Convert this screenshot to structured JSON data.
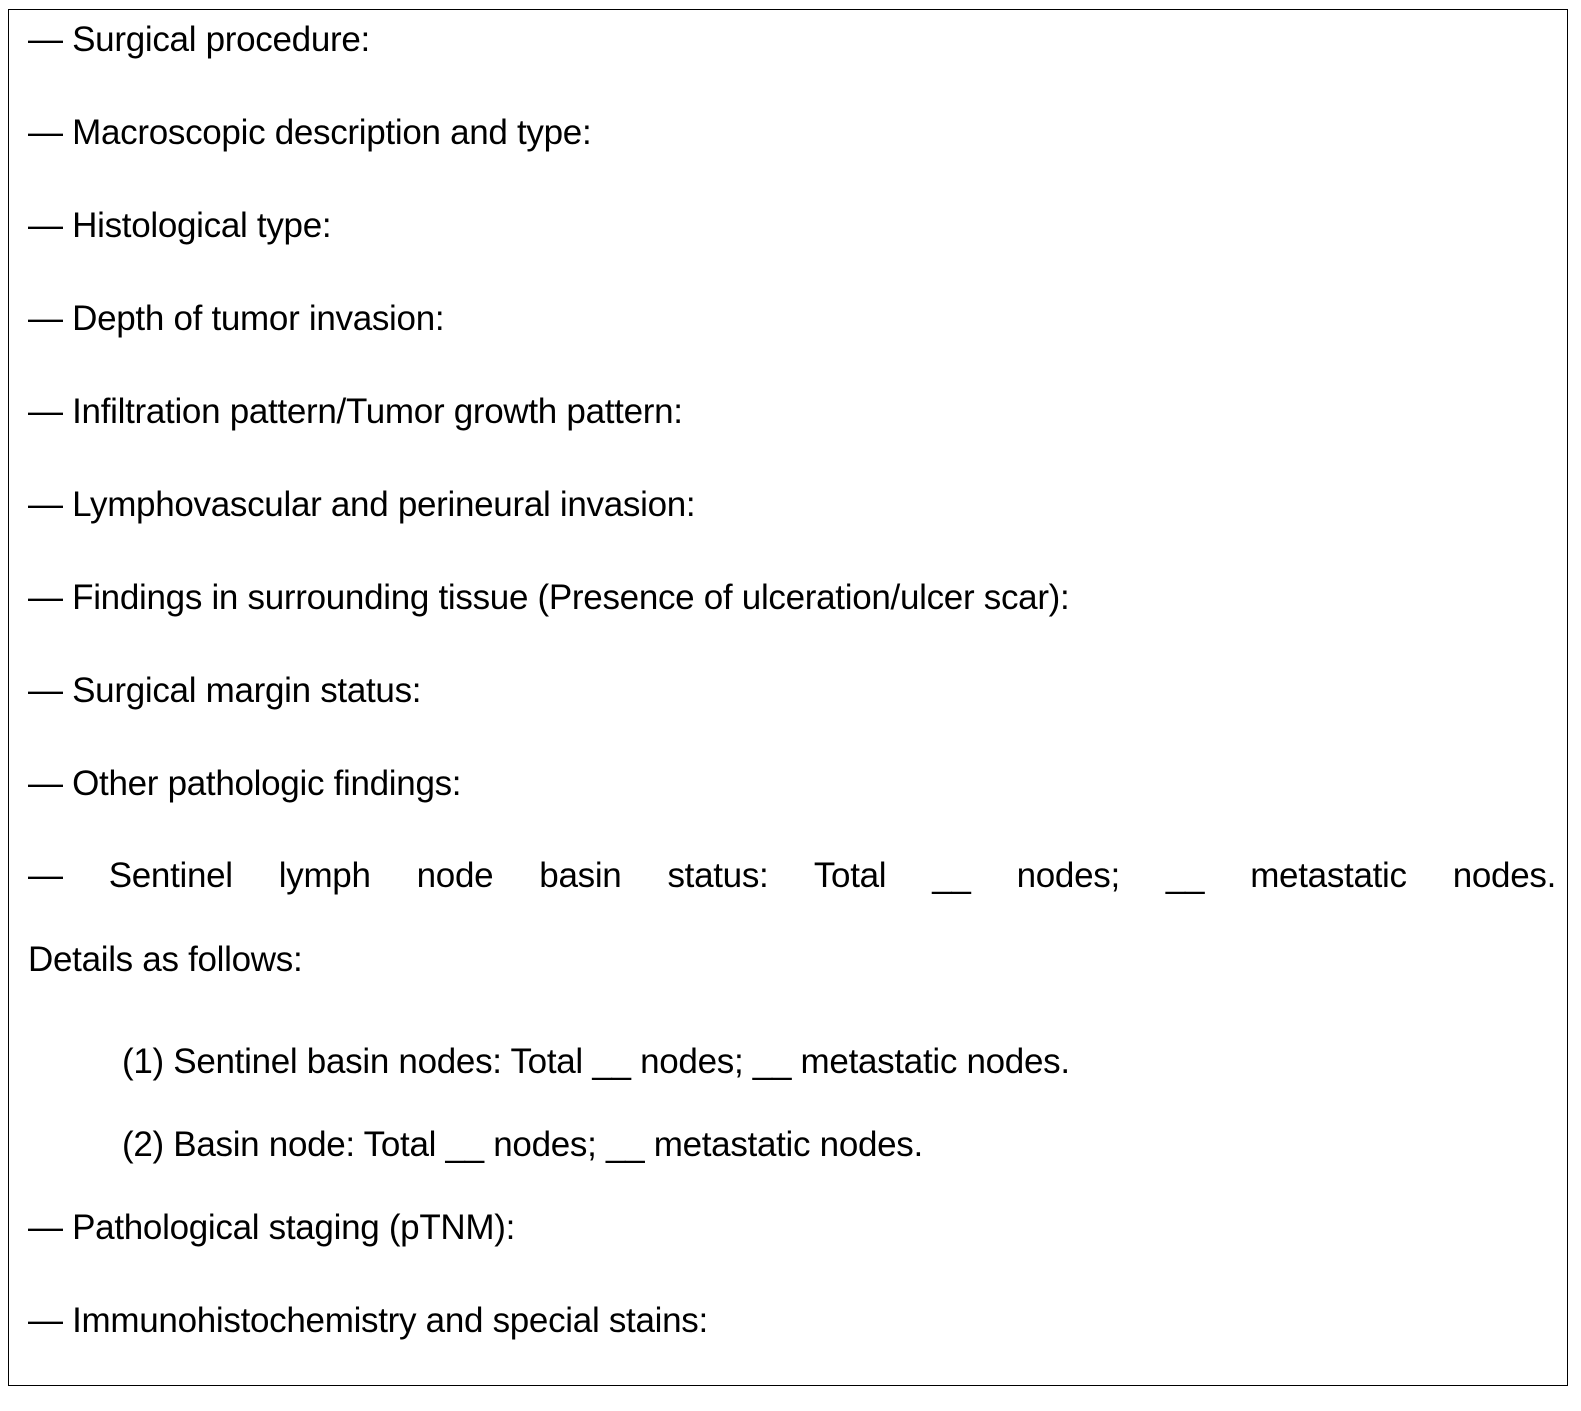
{
  "items": [
    "— Surgical procedure:",
    "— Macroscopic description and type:",
    "— Histological type:",
    "— Depth of tumor invasion:",
    "— Infiltration pattern/Tumor growth pattern:",
    "— Lymphovascular and perineural invasion:",
    "— Findings in surrounding tissue (Presence of ulceration/ulcer scar):",
    "— Surgical margin status:",
    "— Other pathologic findings:",
    "— Sentinel lymph node basin status: Total __ nodes; __ metastatic nodes.",
    "Details as follows:",
    "(1) Sentinel basin nodes: Total __ nodes; __ metastatic nodes.",
    "(2) Basin node: Total __ nodes; __ metastatic nodes.",
    "— Pathological staging (pTNM):",
    "— Immunohistochemistry and special stains:"
  ]
}
